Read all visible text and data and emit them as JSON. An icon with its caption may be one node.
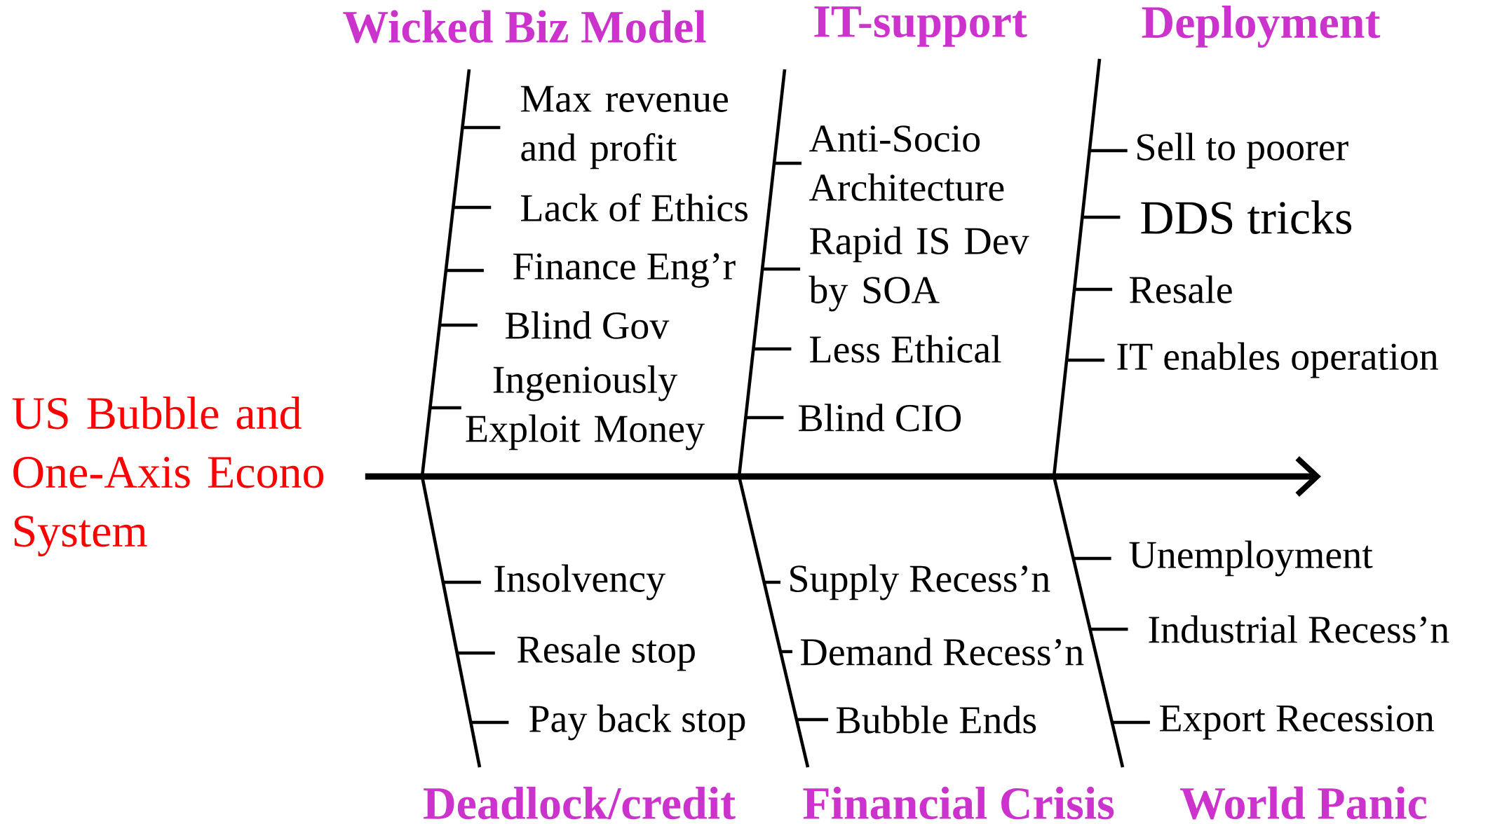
{
  "diagram": {
    "nodes": [
      {
        "text": [
          "US Bubble and One-Axis Econo System"
        ]
      },
      {
        "text": [
          "Wicked Biz Model"
        ]
      },
      {
        "text": [
          "IT-support"
        ]
      },
      {
        "text": [
          "Deployment"
        ]
      },
      {
        "text": [
          "Deadlock/credit"
        ]
      },
      {
        "text": [
          "Financial Crisis"
        ]
      },
      {
        "text": [
          "World Panic"
        ]
      }
    ],
    "edges": [
      {
        "from": 0,
        "to": null,
        "arrow": "to",
        "style": "thick"
      },
      {
        "from": 1,
        "to": null,
        "arrow": "none"
      },
      {
        "from": 2,
        "to": null,
        "arrow": "none"
      },
      {
        "from": 3,
        "to": null,
        "arrow": "none"
      },
      {
        "from": 4,
        "to": null,
        "arrow": "none"
      },
      {
        "from": 5,
        "to": null,
        "arrow": "none"
      },
      {
        "from": 6,
        "to": null,
        "arrow": "none"
      }
    ],
    "labels": [
      "Max revenue and profit",
      "Lack of Ethics",
      "Finance Eng’r",
      "Blind Gov",
      "Ingeniously Exploit Money",
      "Anti-Socio Architecture",
      "Rapid IS Dev by SOA",
      "Less Ethical",
      "Blind CIO",
      "Sell to poorer",
      "DDS tricks",
      "Resale",
      "IT enables operation",
      "Insolvency",
      "Resale stop",
      "Pay back stop",
      "Supply Recess’n",
      "Demand Recess’n",
      "Bubble Ends",
      "Unemployment",
      "Industrial Recess’n",
      "Export Recession"
    ]
  }
}
